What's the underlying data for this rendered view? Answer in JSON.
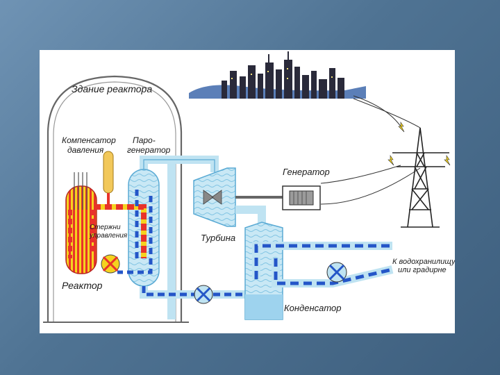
{
  "diagram": {
    "title": "Здание реактора",
    "labels": {
      "pressurizer_1": "Компенсатор",
      "pressurizer_2": "давления",
      "steam_gen_1": "Паро-",
      "steam_gen_2": "генератор",
      "control_rods_1": "Стержни",
      "control_rods_2": "управления",
      "reactor": "Реактор",
      "turbine": "Турбина",
      "generator": "Генератор",
      "condenser": "Конденсатор",
      "reservoir_1": "К водохранилищу",
      "reservoir_2": "или градирне"
    },
    "colors": {
      "hot_loop": "#e8332a",
      "hot_core": "#f5d21f",
      "cold_loop": "#2456c8",
      "steam_pipe": "#bfe3f2",
      "pressurizer": "#f2c85a"
    }
  }
}
